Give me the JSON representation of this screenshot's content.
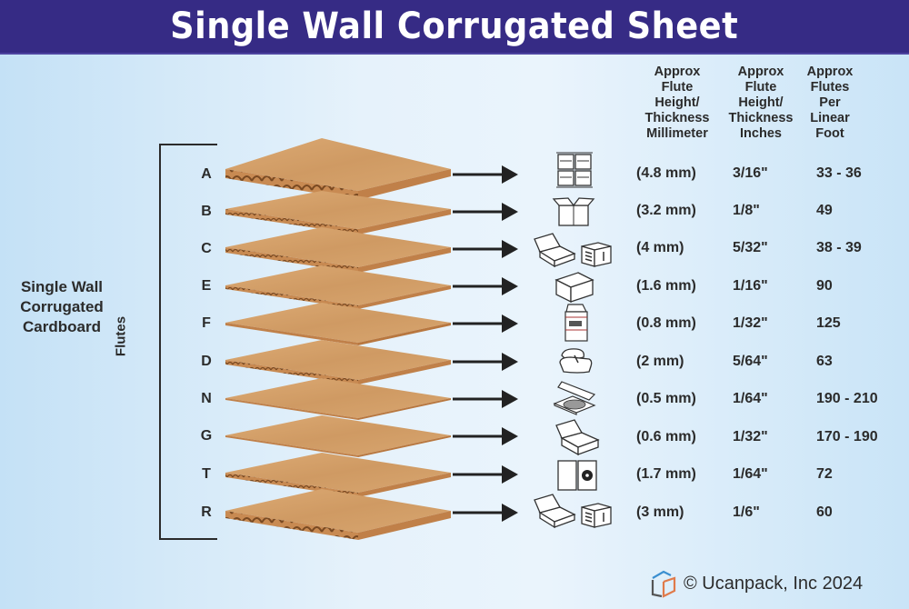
{
  "title": "Single Wall Corrugated Sheet",
  "left_label": {
    "line1": "Single Wall",
    "line2": "Corrugated",
    "line3": "Cardboard"
  },
  "flutes_label": "Flutes",
  "column_headers": [
    {
      "lines": [
        "Approx",
        "Flute",
        "Height/",
        "Thickness",
        "Millimeter"
      ]
    },
    {
      "lines": [
        "Approx",
        "Flute",
        "Height/",
        "Thickness",
        "Inches"
      ]
    },
    {
      "lines": [
        "Approx",
        "Flutes",
        "Per",
        "Linear",
        "Foot"
      ]
    }
  ],
  "rows": [
    {
      "flute": "A",
      "mm": "(4.8 mm)",
      "inches": "3/16\"",
      "per_foot": "33 - 36",
      "icon": "stacked-boxes-icon"
    },
    {
      "flute": "B",
      "mm": "(3.2 mm)",
      "inches": "1/8\"",
      "per_foot": "49",
      "icon": "open-shipping-box-icon"
    },
    {
      "flute": "C",
      "mm": "(4 mm)",
      "inches": "5/32\"",
      "per_foot": "38 - 39",
      "icon": "mailer-and-labeled-box-icon"
    },
    {
      "flute": "E",
      "mm": "(1.6 mm)",
      "inches": "1/16\"",
      "per_foot": "90",
      "icon": "open-tray-box-icon"
    },
    {
      "flute": "F",
      "mm": "(0.8 mm)",
      "inches": "1/32\"",
      "per_foot": "125",
      "icon": "milk-carton-icon"
    },
    {
      "flute": "D",
      "mm": "(2 mm)",
      "inches": "5/64\"",
      "per_foot": "63",
      "icon": "clamshell-container-icon"
    },
    {
      "flute": "N",
      "mm": "(0.5 mm)",
      "inches": "1/64\"",
      "per_foot": "190 - 210",
      "icon": "pizza-box-icon"
    },
    {
      "flute": "G",
      "mm": "(0.6 mm)",
      "inches": "1/32\"",
      "per_foot": "170 - 190",
      "icon": "mailer-box-icon"
    },
    {
      "flute": "T",
      "mm": "(1.7 mm)",
      "inches": "1/64\"",
      "per_foot": "72",
      "icon": "cd-case-icon"
    },
    {
      "flute": "R",
      "mm": "(3 mm)",
      "inches": "1/6\"",
      "per_foot": "60",
      "icon": "mailer-and-labeled-box-icon"
    }
  ],
  "footer": {
    "logo": "ucanpack-logo-icon",
    "text": "© Ucanpack, Inc 2024"
  },
  "colors": {
    "title_bar": "#362b85",
    "cardboard_top": "#d4a06a",
    "cardboard_edge": "#b97a45",
    "text": "#2b2b2b"
  }
}
